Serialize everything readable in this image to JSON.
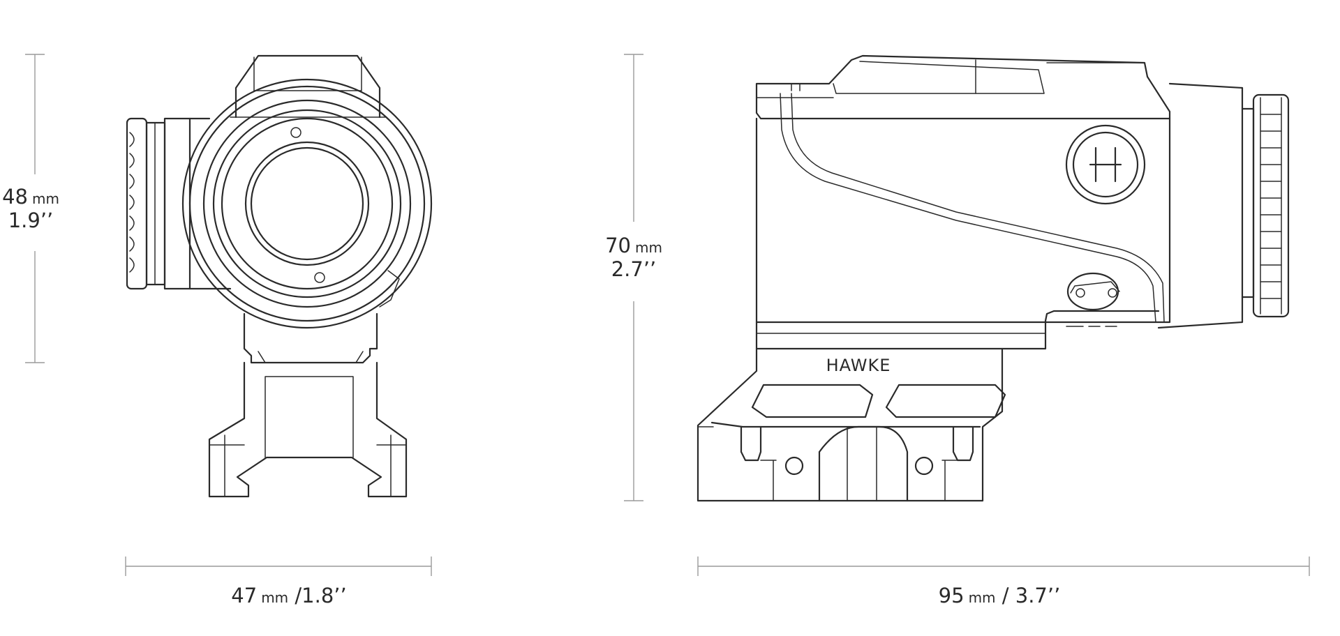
{
  "brand": {
    "logo_text": "HAWKE"
  },
  "dimensions": {
    "height_front": {
      "metric_value": "48",
      "metric_unit": "mm",
      "imperial": "1.9’’"
    },
    "height_side": {
      "metric_value": "70",
      "metric_unit": "mm",
      "imperial": "2.7’’"
    },
    "width_front": {
      "metric_value": "47",
      "metric_unit": "mm",
      "separator": " /",
      "imperial": "1.8’’"
    },
    "length_side": {
      "metric_value": "95",
      "metric_unit": "mm",
      "separator": " / ",
      "imperial": "3.7’’"
    }
  },
  "colors": {
    "line": "#2a2a2a",
    "dimension_line": "#9a9a9a",
    "background": "#ffffff"
  }
}
